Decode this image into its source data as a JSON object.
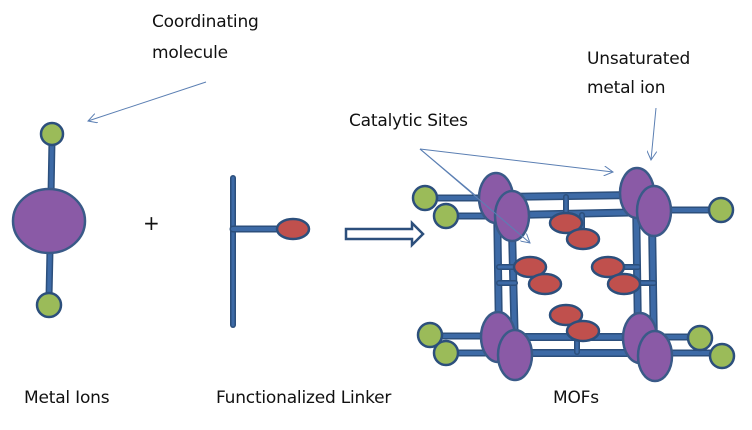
{
  "diagram": {
    "title": "Metal-organic framework (MOF) assembly from metal ions and functionalized linkers",
    "colors": {
      "bond": "#3d6aa6",
      "bond_outline": "#2c4f7c",
      "metal_ion": "#8a5aa6",
      "metal_outline": "#3a5a88",
      "coordinating_molecule": "#9bbb59",
      "catalytic_site": "#c0504d",
      "annotation_arrow": "#5b7fb3",
      "text": "#111111"
    },
    "labels": {
      "coordinating_molecule_line1": "Coordinating",
      "coordinating_molecule_line2": "molecule",
      "catalytic_sites": "Catalytic Sites",
      "unsaturated_line1": "Unsaturated",
      "unsaturated_line2": "metal ion",
      "metal_ions": "Metal Ions",
      "functionalized_linker": "Functionalized Linker",
      "mofs": "MOFs",
      "plus": "+"
    },
    "nodes": [
      {
        "id": "metal-ion",
        "type": "metal_ion",
        "label": "Metal Ions"
      },
      {
        "id": "linker",
        "type": "functionalized_linker",
        "label": "Functionalized Linker"
      },
      {
        "id": "mof",
        "type": "framework",
        "label": "MOFs"
      }
    ],
    "edges": [
      {
        "from": "metal-ion",
        "to": "linker",
        "symbol": "+"
      },
      {
        "from": "linker",
        "to": "mof",
        "symbol": "hollow-arrow"
      }
    ],
    "annotations": [
      {
        "text": "Coordinating molecule",
        "points_to": "coordinating molecule on metal ion"
      },
      {
        "text": "Catalytic Sites",
        "points_to": [
          "front-left MOF corner",
          "top-right MOF corner"
        ]
      },
      {
        "text": "Unsaturated metal ion",
        "points_to": "top-right MOF metal node"
      }
    ],
    "mof_parts": {
      "metal_nodes": 8,
      "catalytic_sites": 8,
      "coordinating_molecules": 7
    }
  }
}
